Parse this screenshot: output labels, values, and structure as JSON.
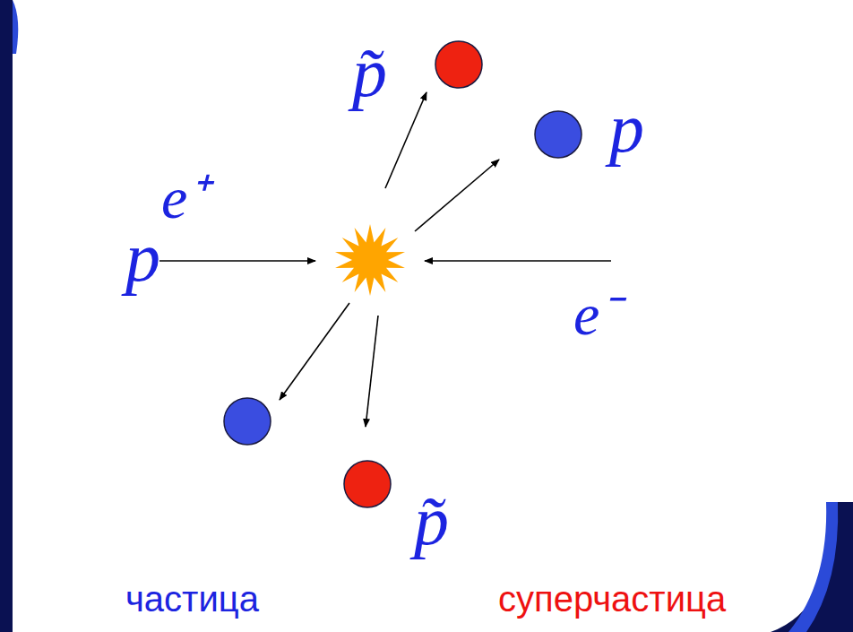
{
  "diagram": {
    "nodes": [
      {
        "text": [
          "p̃"
        ]
      },
      {
        "text": [
          "p"
        ]
      },
      {
        "text": [
          "p̃"
        ]
      }
    ],
    "labels": [
      "e⁺",
      "p",
      "e⁻",
      "частица",
      "суперчастица"
    ]
  }
}
